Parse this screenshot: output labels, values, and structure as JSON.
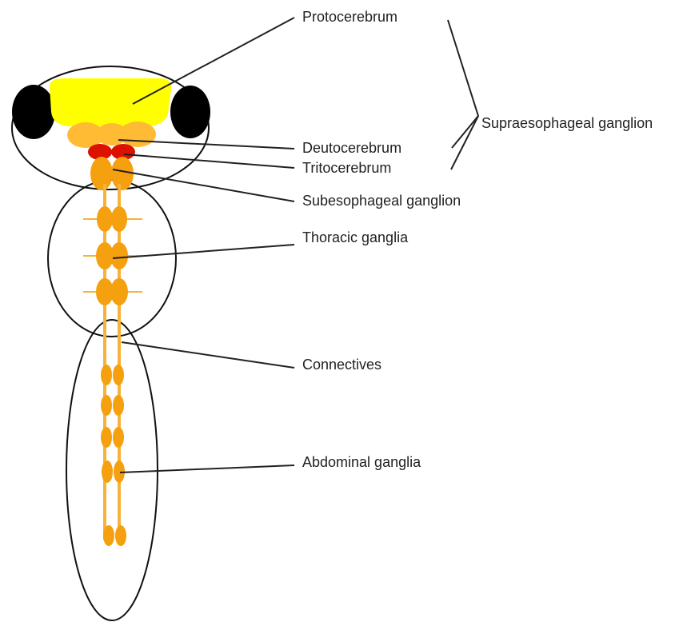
{
  "labels": {
    "protocerebrum": "Protocerebrum",
    "supraesophageal": "Supraesophageal ganglion",
    "deutocerebrum": "Deutocerebrum",
    "tritocerebrum": "Tritocerebrum",
    "subesophageal": "Subesophageal ganglion",
    "thoracic": "Thoracic ganglia",
    "connectives": "Connectives",
    "abdominal": "Abdominal ganglia"
  },
  "colors": {
    "outline": "#111111",
    "eye": "#000000",
    "protocerebrum": "#ffff00",
    "deutocerebrum": "#ffbb33",
    "tritocerebrum": "#dd1100",
    "ganglion": "#f5a00f",
    "connective": "#f7b23a",
    "leader": "#222222"
  }
}
